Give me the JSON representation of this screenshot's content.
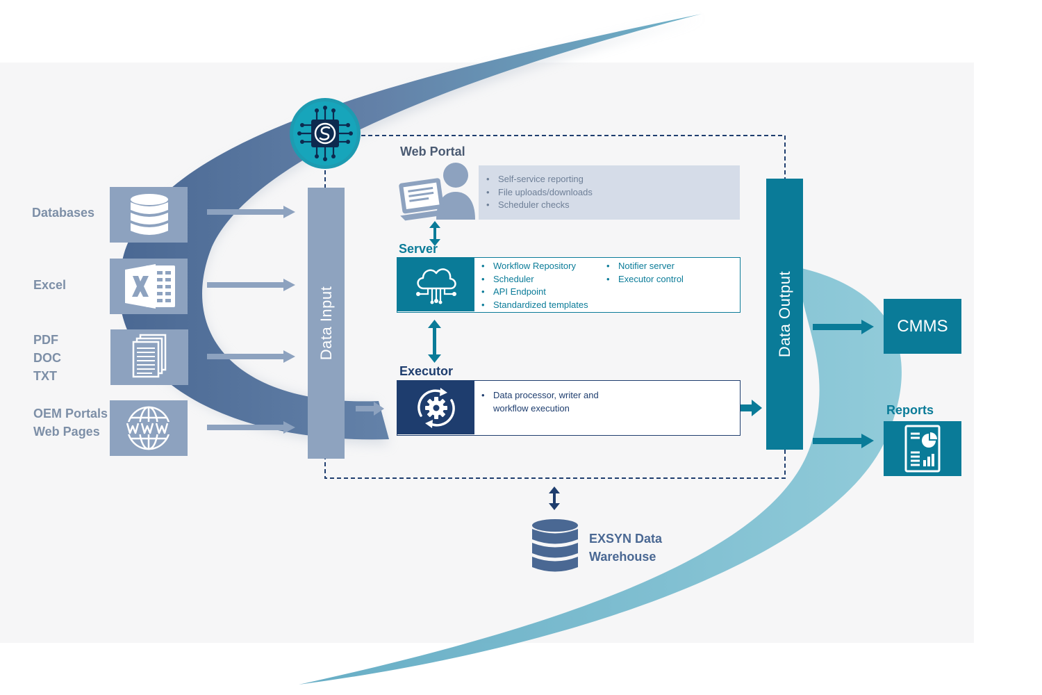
{
  "sources": {
    "databases": "Databases",
    "excel": "Excel",
    "documents": [
      "PDF",
      "DOC",
      "TXT"
    ],
    "web": [
      "OEM Portals",
      "Web Pages"
    ]
  },
  "data_input": {
    "label": "Data Input"
  },
  "data_output": {
    "label": "Data Output"
  },
  "web_portal": {
    "title": "Web Portal",
    "items": [
      "Self-service reporting",
      "File uploads/downloads",
      "Scheduler checks"
    ]
  },
  "server": {
    "title": "Server",
    "items_left": [
      "Workflow Repository",
      "Scheduler",
      "API Endpoint",
      "Standardized templates"
    ],
    "items_right": [
      "Notifier server",
      "Executor control"
    ]
  },
  "executor": {
    "title": "Executor",
    "items": [
      "Data processor, writer and workflow execution"
    ]
  },
  "outputs": {
    "cmms": "CMMS",
    "reports": "Reports"
  },
  "warehouse": {
    "line1": "EXSYN Data",
    "line2": "Warehouse"
  },
  "colors": {
    "slate": "#8da2bf",
    "teal": "#0a7b98",
    "navy": "#1e3d6e",
    "portal_box": "#d5dce8",
    "label_gray": "#7d8fa7"
  }
}
